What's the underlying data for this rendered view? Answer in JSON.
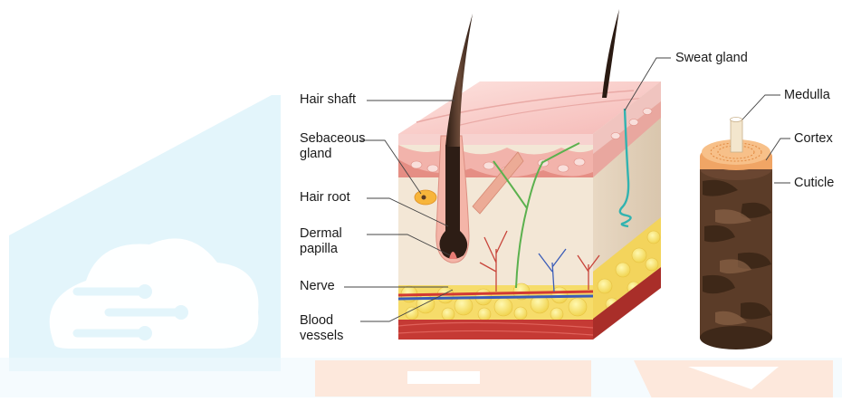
{
  "diagram": {
    "labels_left": {
      "hair_shaft": "Hair shaft",
      "sebaceous_gland": "Sebaceous gland",
      "hair_root": "Hair root",
      "dermal_papilla": "Dermal papilla",
      "nerve": "Nerve",
      "blood_vessels": "Blood vessels"
    },
    "labels_right": {
      "sweat_gland": "Sweat gland",
      "medulla": "Medulla",
      "cortex": "Cortex",
      "cuticle": "Cuticle"
    }
  },
  "colors": {
    "watermark_blue": "#e1f5fb",
    "watermark_orange": "#fde7da",
    "epidermis": "#f7c9c6",
    "dermis": "#f1e4d3",
    "fat": "#f7e16a",
    "muscle": "#c73a36",
    "hair": "#2b1d16",
    "nerve": "#56b04c",
    "sweat_gland": "#2fb3b3"
  }
}
